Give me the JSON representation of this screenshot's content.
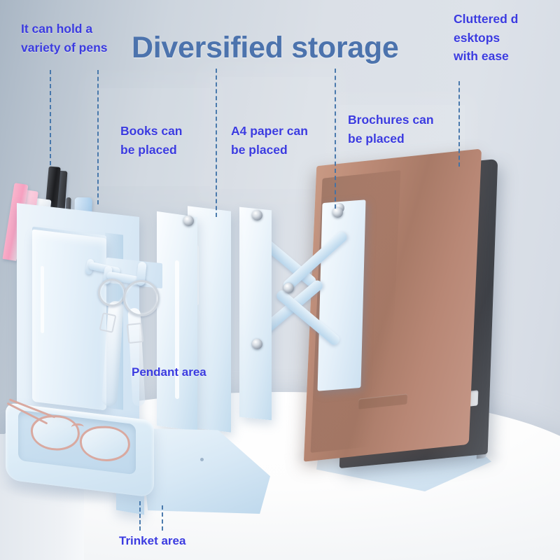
{
  "headline": {
    "title": "Diversified storage"
  },
  "callouts": [
    {
      "id": "pens",
      "name": "callout-pens",
      "line1": "It can hold a",
      "line2": "variety of pens"
    },
    {
      "id": "books",
      "name": "callout-books",
      "line1": "Books can",
      "line2": "be placed"
    },
    {
      "id": "a4",
      "name": "callout-a4-paper",
      "line1": "A4 paper can",
      "line2": "be placed"
    },
    {
      "id": "brochures",
      "name": "callout-brochures",
      "line1": "Brochures can",
      "line2": "be placed"
    },
    {
      "id": "desktops",
      "name": "callout-desktops",
      "line1": "Cluttered d",
      "line2": "esktops",
      "line3": "with ease"
    },
    {
      "id": "pendant",
      "name": "callout-pendant",
      "line1": "Pendant area"
    },
    {
      "id": "trinket",
      "name": "callout-trinket",
      "line1": "Trinket area"
    }
  ],
  "colors": {
    "title_blue": "#4c73ad",
    "callout_blue": "#3b3be0",
    "leader_line": "#3f72a8",
    "product_light_blue": "#dcecf7",
    "notebook_brown": "#b88775",
    "end_panel_gray": "#4b4e54",
    "background_wall": "#cfd6df",
    "desk_white": "#f6f8fa"
  },
  "product": {
    "pen_holder": {
      "name": "pen-holder"
    },
    "pens": [
      "pink-highlighter",
      "pink-pen",
      "white-pen",
      "black-pen",
      "black-pen",
      "thin-black-pen",
      "blue-marker"
    ],
    "hook_rail": {
      "name": "hook-rail",
      "hooks": 3,
      "keyrings": 2
    },
    "trinket_tray": {
      "name": "trinket-tray",
      "contents": "eyeglasses"
    },
    "divider_plates": 4,
    "scissor_linkage": {
      "name": "scissor-linkage",
      "rivets": 5
    },
    "notebook": {
      "name": "brown-notebook"
    },
    "end_panel": {
      "name": "end-panel",
      "slots": 3
    }
  }
}
